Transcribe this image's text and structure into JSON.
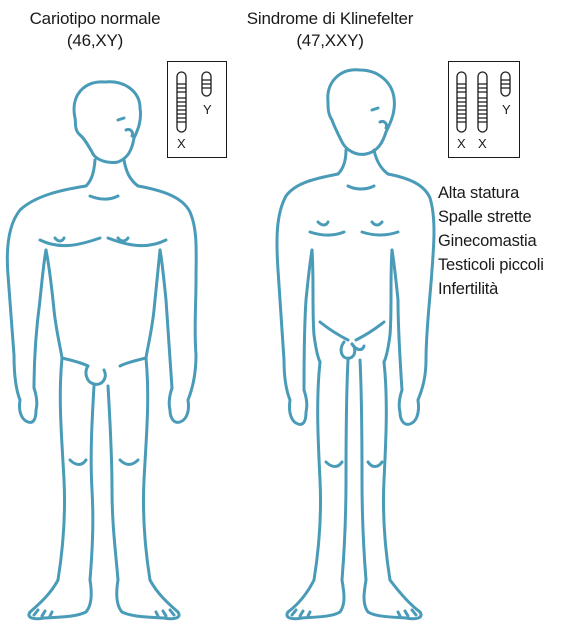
{
  "normal": {
    "title": "Cariotipo normale",
    "karyotype": "(46,XY)",
    "chromosome_labels": [
      "X",
      "Y"
    ]
  },
  "klinefelter": {
    "title": "Sindrome di Klinefelter",
    "karyotype": "(47,XXY)",
    "chromosome_labels": [
      "X",
      "X",
      "Y"
    ],
    "traits": [
      "Alta statura",
      "Spalle strette",
      "Ginecomastia",
      "Testicoli piccoli",
      "Infertilità"
    ]
  },
  "colors": {
    "figure_outline": "#4a9bb8",
    "text": "#1a1a1a"
  }
}
